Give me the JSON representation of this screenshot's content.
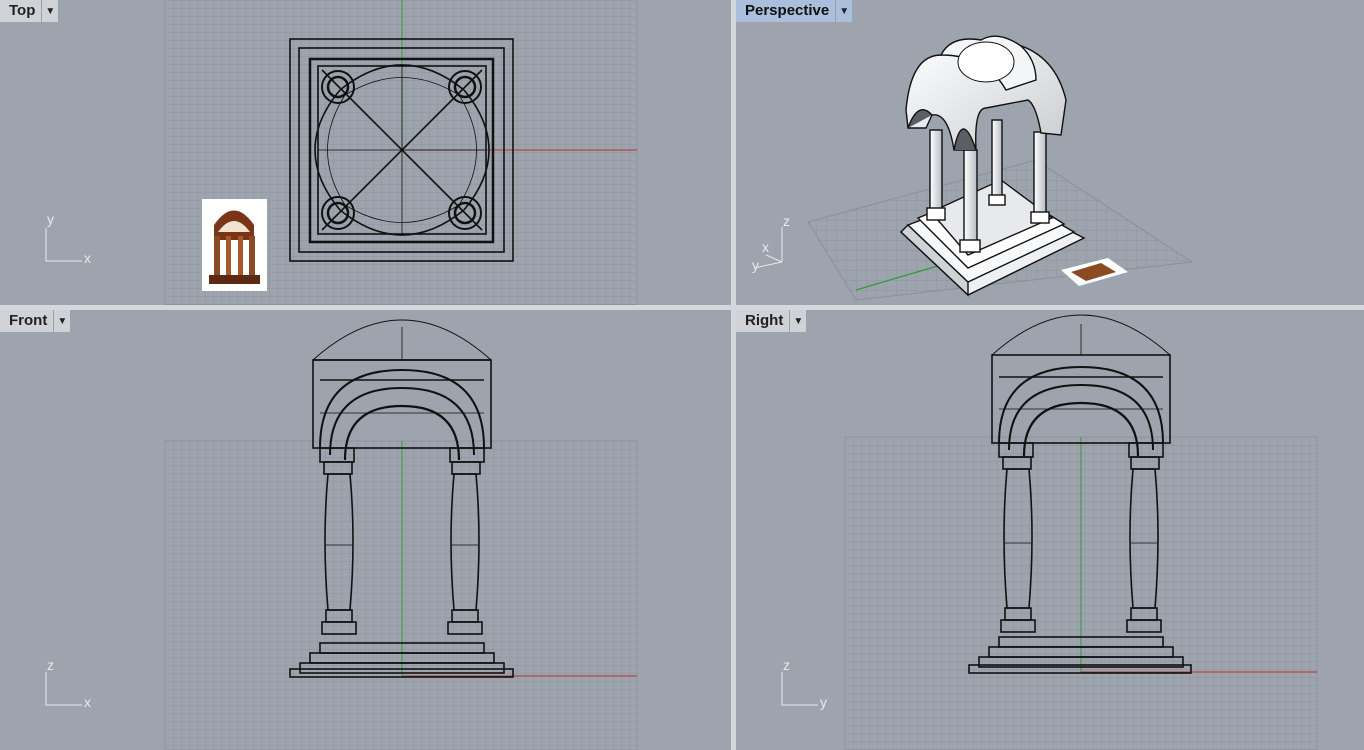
{
  "viewports": {
    "top": {
      "title": "Top",
      "axes": {
        "vertical": "y",
        "horizontal": "x"
      }
    },
    "perspective": {
      "title": "Perspective",
      "axes": {
        "z": "z",
        "x": "x",
        "y": "y"
      }
    },
    "front": {
      "title": "Front",
      "axes": {
        "vertical": "z",
        "horizontal": "x"
      }
    },
    "right": {
      "title": "Right",
      "axes": {
        "vertical": "z",
        "horizontal": "y"
      }
    }
  },
  "dropdown_icon": "triangle-down",
  "colors": {
    "background": "#9da4ad",
    "grid": "#8e959f",
    "x_axis": "#b5322a",
    "y_axis": "#3a9a3a",
    "active_tab": "#a9bfdc"
  }
}
